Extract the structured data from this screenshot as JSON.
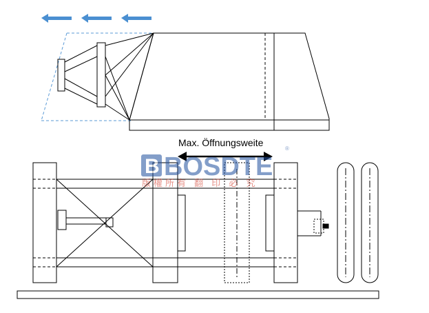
{
  "diagram": {
    "label_opening": "Max. Öffnungsweite",
    "watermark_brand": "BOSDTE",
    "watermark_sub": "版權所有 翻 印 必 究",
    "watermark_reg": "®"
  },
  "colors": {
    "line": "#000000",
    "motion": "#4a8fd1",
    "dashed_outline": "#5a9ad6",
    "watermark_blue": "#1f4f9e",
    "watermark_red": "#d23a2a"
  }
}
